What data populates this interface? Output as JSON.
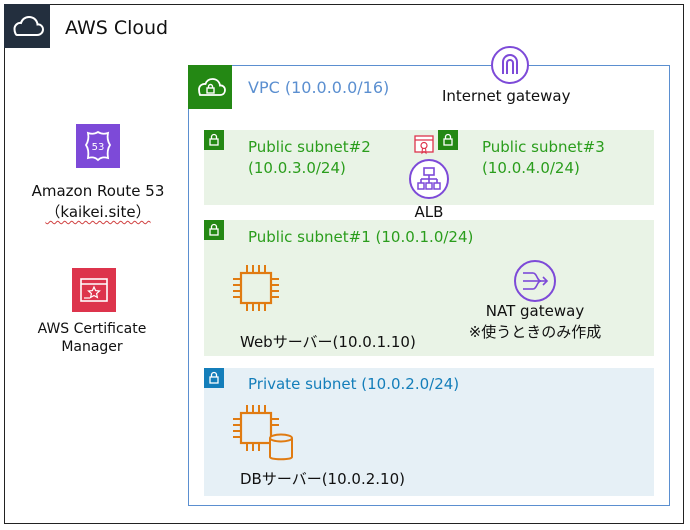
{
  "cloud": {
    "title": "AWS Cloud"
  },
  "route53": {
    "name": "Amazon Route 53",
    "domain": "（kaikei.site）",
    "badge": "53"
  },
  "acm": {
    "line1": "AWS Certificate",
    "line2": "Manager"
  },
  "vpc": {
    "label": "VPC (10.0.0.0/16)"
  },
  "igw": {
    "label": "Internet gateway"
  },
  "subnets": {
    "public2": {
      "name": "Public subnet#2",
      "cidr": "(10.0.3.0/24)"
    },
    "public3": {
      "name": "Public subnet#3",
      "cidr": "(10.0.4.0/24)"
    },
    "public1": {
      "label": "Public subnet#1 (10.0.1.0/24)"
    },
    "private": {
      "label": "Private subnet (10.0.2.0/24)"
    }
  },
  "alb": {
    "label": "ALB"
  },
  "web": {
    "label": "Webサーバー(10.0.1.10)"
  },
  "nat": {
    "label": "NAT gateway",
    "note": "※使うときのみ作成"
  },
  "db": {
    "label": "DBサーバー(10.0.2.10)"
  },
  "colors": {
    "aws_dark": "#232f3e",
    "vpc_green": "#248814",
    "vpc_border": "#5b8fd0",
    "public_subnet_bg": "#e9f3e6",
    "private_subnet_bg": "#e6f0f6",
    "public_text": "#2a9d1c",
    "private_text": "#147eba",
    "ec2_orange": "#e07b12",
    "network_purple": "#7d4ad8",
    "security_red": "#dd344c"
  }
}
